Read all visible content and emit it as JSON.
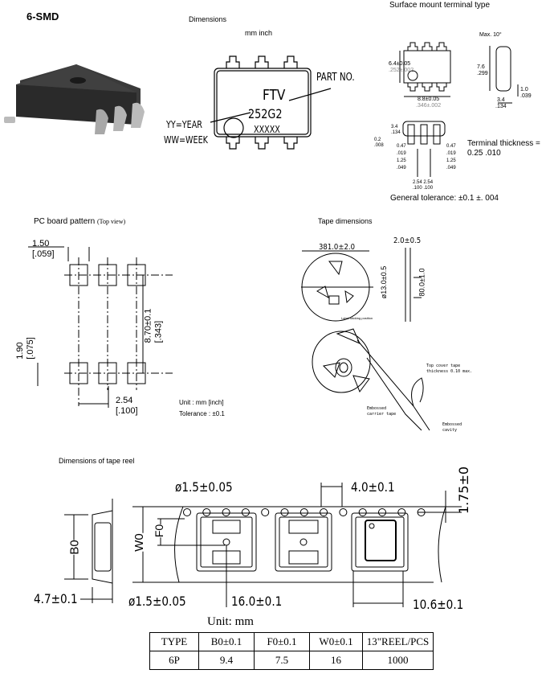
{
  "header": {
    "title": "6-SMD"
  },
  "dimensions": {
    "heading": "Dimensions",
    "units": "mm inch",
    "marking": {
      "part_no_label": "PART NO.",
      "part_no": "FTV",
      "date_code": "252G2",
      "lot_code": "XXXXX",
      "yy_label": "YY=YEAR",
      "ww_label": "WW=WEEK"
    }
  },
  "surface_mount": {
    "heading": "Surface mount terminal type",
    "height_mm": "6.4±0.05",
    "height_in": ".252±.002",
    "width_mm": "8.8±0.05",
    "width_in": ".346±.002",
    "side_height_mm": "7.6",
    "side_height_in": ".299",
    "max_angle": "Max. 10°",
    "lead_len_mm": "1.0",
    "lead_len_in": ".039",
    "depth_mm": "3.4",
    "depth_in": ".134",
    "bottom": {
      "depth_mm": "3.4",
      "depth_in": ".134",
      "standoff_mm": "0.2",
      "standoff_in": ".008",
      "lead_w_mm": "0.47",
      "lead_w_in": ".019",
      "pad_mm": "1.25",
      "pad_in": ".049",
      "pitch_mm": "2.54",
      "pitch_in": ".100"
    },
    "terminal_thickness_label": "Terminal thickness =",
    "terminal_thickness_value": "0.25 .010",
    "general_tolerance": "General tolerance: ±0.1 ±. 004"
  },
  "pcb_pattern": {
    "heading": "PC board pattern",
    "view": "(Top view)",
    "pad_w_mm": "1.50",
    "pad_w_in": "[.059]",
    "pad_h_mm": "1.90",
    "pad_h_in": "[.075]",
    "row_span_mm": "8.70±0.1",
    "row_span_in": "[.343]",
    "pitch_mm": "2.54",
    "pitch_in": "[.100]",
    "unit": "Unit : mm [inch]",
    "tolerance": "Tolerance : ±0.1"
  },
  "tape_dimensions": {
    "heading": "Tape dimensions",
    "reel_diameter": "381.0±2.0",
    "reel_width": "2.0±0.5",
    "hub_diameter": "ø13.0±0.5",
    "core_diameter": "80.0±1.0",
    "label_position": "Label sticking position",
    "top_cover_label": "Top cover tape",
    "top_cover_thickness": "thickness 0.10 max.",
    "carrier_label_1": "Embossed",
    "carrier_label_2": "carrier tape",
    "cavity_label_1": "Embossed",
    "cavity_label_2": "cavity"
  },
  "tape_reel": {
    "heading": "Dimensions of tape reel",
    "hole_dia_top": "ø1.5±0.05",
    "hole_pitch": "4.0±0.1",
    "edge_offset": "1.75±0",
    "depth": "4.7±0.1",
    "hole_dia_bottom": "ø1.5±0.05",
    "pocket_pitch": "16.0±0.1",
    "pocket_width": "10.6±0.1",
    "label_b0": "B0",
    "label_w0": "W0",
    "label_f0": "F0"
  },
  "spec_table": {
    "unit": "Unit: mm",
    "headers": [
      "TYPE",
      "B0±0.1",
      "F0±0.1",
      "W0±0.1",
      "13\"REEL/PCS"
    ],
    "rows": [
      [
        "6P",
        "9.4",
        "7.5",
        "16",
        "1000"
      ]
    ]
  }
}
